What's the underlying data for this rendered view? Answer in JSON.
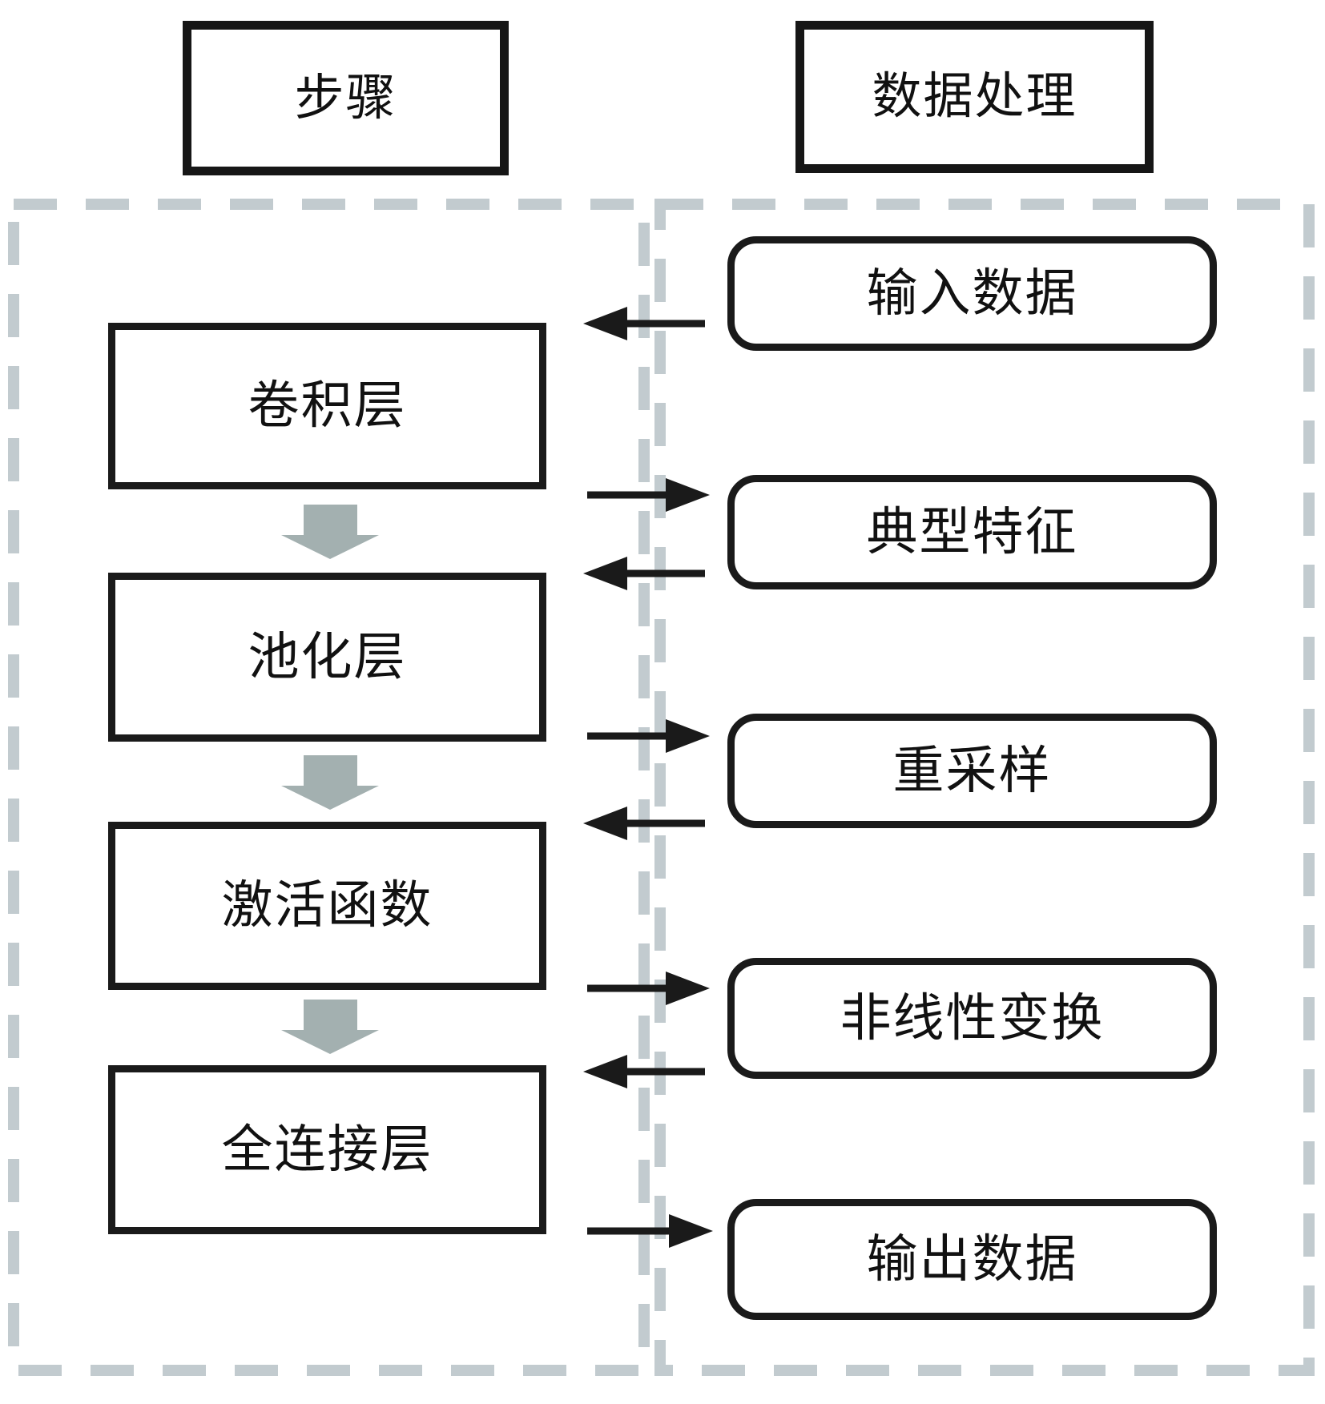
{
  "title_row": {
    "steps_header": "步骤",
    "processing_header": "数据处理"
  },
  "pipeline_steps": [
    {
      "label": "卷积层"
    },
    {
      "label": "池化层"
    },
    {
      "label": "激活函数"
    },
    {
      "label": "全连接层"
    }
  ],
  "data_stages": [
    {
      "label": "输入数据"
    },
    {
      "label": "典型特征"
    },
    {
      "label": "重采样"
    },
    {
      "label": "非线性变换"
    },
    {
      "label": "输出数据"
    }
  ],
  "chart_data": {
    "type": "table",
    "title": "卷积神经网络步骤与数据处理流程图",
    "columns": [
      "步骤",
      "数据处理"
    ],
    "vertical_flow": [
      "卷积层",
      "池化层",
      "激活函数",
      "全连接层"
    ],
    "edges": [
      {
        "from": "输入数据",
        "to": "卷积层",
        "direction": "left"
      },
      {
        "from": "卷积层",
        "to": "典型特征",
        "direction": "right"
      },
      {
        "from": "典型特征",
        "to": "池化层",
        "direction": "left"
      },
      {
        "from": "池化层",
        "to": "重采样",
        "direction": "right"
      },
      {
        "from": "重采样",
        "to": "激活函数",
        "direction": "left"
      },
      {
        "from": "激活函数",
        "to": "非线性变换",
        "direction": "right"
      },
      {
        "from": "非线性变换",
        "to": "全连接层",
        "direction": "left"
      },
      {
        "from": "全连接层",
        "to": "输出数据",
        "direction": "right"
      }
    ]
  },
  "colors": {
    "ink": "#1a1a1a",
    "dashed_border": "#c2cbcf",
    "block_arrow": "#a3b0b0",
    "background": "#ffffff"
  }
}
